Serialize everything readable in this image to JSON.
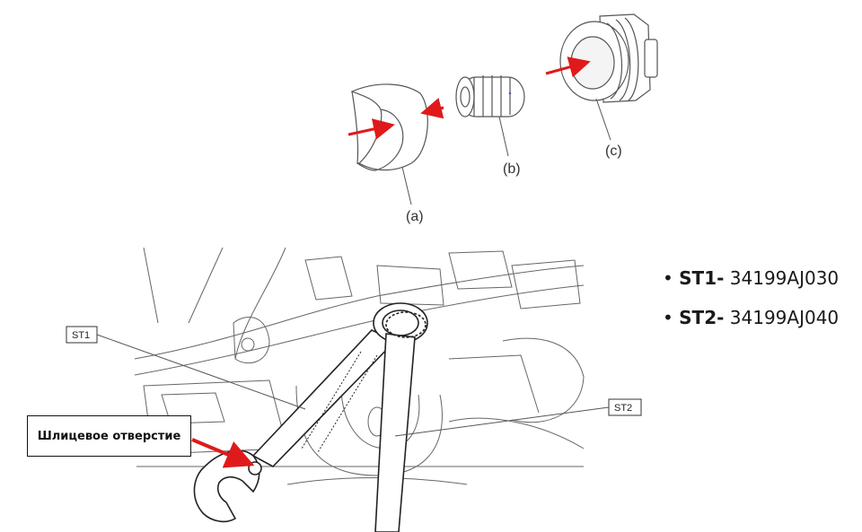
{
  "parts": {
    "a": "(a)",
    "b": "(b)",
    "c": "(c)"
  },
  "tools": {
    "st1_tag": "ST1",
    "st2_tag": "ST2"
  },
  "legend": [
    {
      "code": "ST1-",
      "number": "34199AJ030"
    },
    {
      "code": "ST2-",
      "number": "34199AJ040"
    }
  ],
  "callout": {
    "text": "Шлицевое отверстие"
  },
  "colors": {
    "arrow": "#e01a1a",
    "line": "#555555",
    "ink": "#1a1a1a"
  }
}
